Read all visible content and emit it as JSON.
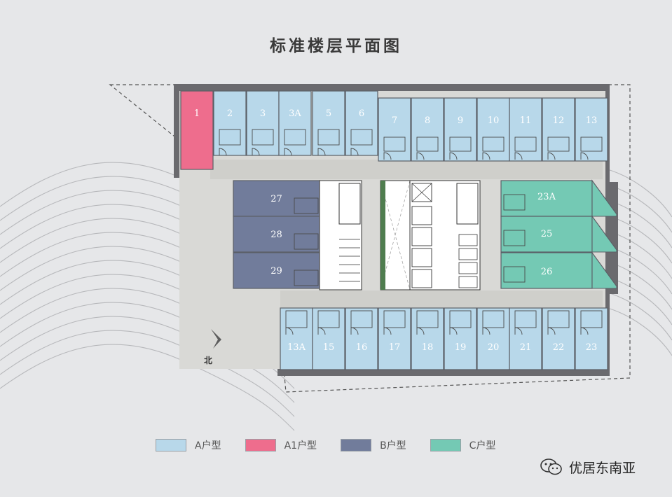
{
  "title": "标准楼层平面图",
  "north_label": "北",
  "colors": {
    "A": "#b8d8ea",
    "A1": "#ee6d8d",
    "B": "#717c9b",
    "C": "#74c9b4",
    "corridor": "#d9d9d6",
    "wall": "#6a6a6e",
    "background": "#e6e7e9"
  },
  "units": [
    {
      "label": "1",
      "type": "A1"
    },
    {
      "label": "2",
      "type": "A"
    },
    {
      "label": "3",
      "type": "A"
    },
    {
      "label": "3A",
      "type": "A"
    },
    {
      "label": "5",
      "type": "A"
    },
    {
      "label": "6",
      "type": "A"
    },
    {
      "label": "7",
      "type": "A"
    },
    {
      "label": "8",
      "type": "A"
    },
    {
      "label": "9",
      "type": "A"
    },
    {
      "label": "10",
      "type": "A"
    },
    {
      "label": "11",
      "type": "A"
    },
    {
      "label": "12",
      "type": "A"
    },
    {
      "label": "13",
      "type": "A"
    },
    {
      "label": "13A",
      "type": "A"
    },
    {
      "label": "15",
      "type": "A"
    },
    {
      "label": "16",
      "type": "A"
    },
    {
      "label": "17",
      "type": "A"
    },
    {
      "label": "18",
      "type": "A"
    },
    {
      "label": "19",
      "type": "A"
    },
    {
      "label": "20",
      "type": "A"
    },
    {
      "label": "21",
      "type": "A"
    },
    {
      "label": "22",
      "type": "A"
    },
    {
      "label": "23",
      "type": "A"
    },
    {
      "label": "23A",
      "type": "C"
    },
    {
      "label": "25",
      "type": "C"
    },
    {
      "label": "26",
      "type": "C"
    },
    {
      "label": "27",
      "type": "B"
    },
    {
      "label": "28",
      "type": "B"
    },
    {
      "label": "29",
      "type": "B"
    }
  ],
  "legend": [
    {
      "label": "A户型",
      "type": "A"
    },
    {
      "label": "A1户型",
      "type": "A1"
    },
    {
      "label": "B户型",
      "type": "B"
    },
    {
      "label": "C户型",
      "type": "C"
    }
  ],
  "watermark": "优居东南亚"
}
